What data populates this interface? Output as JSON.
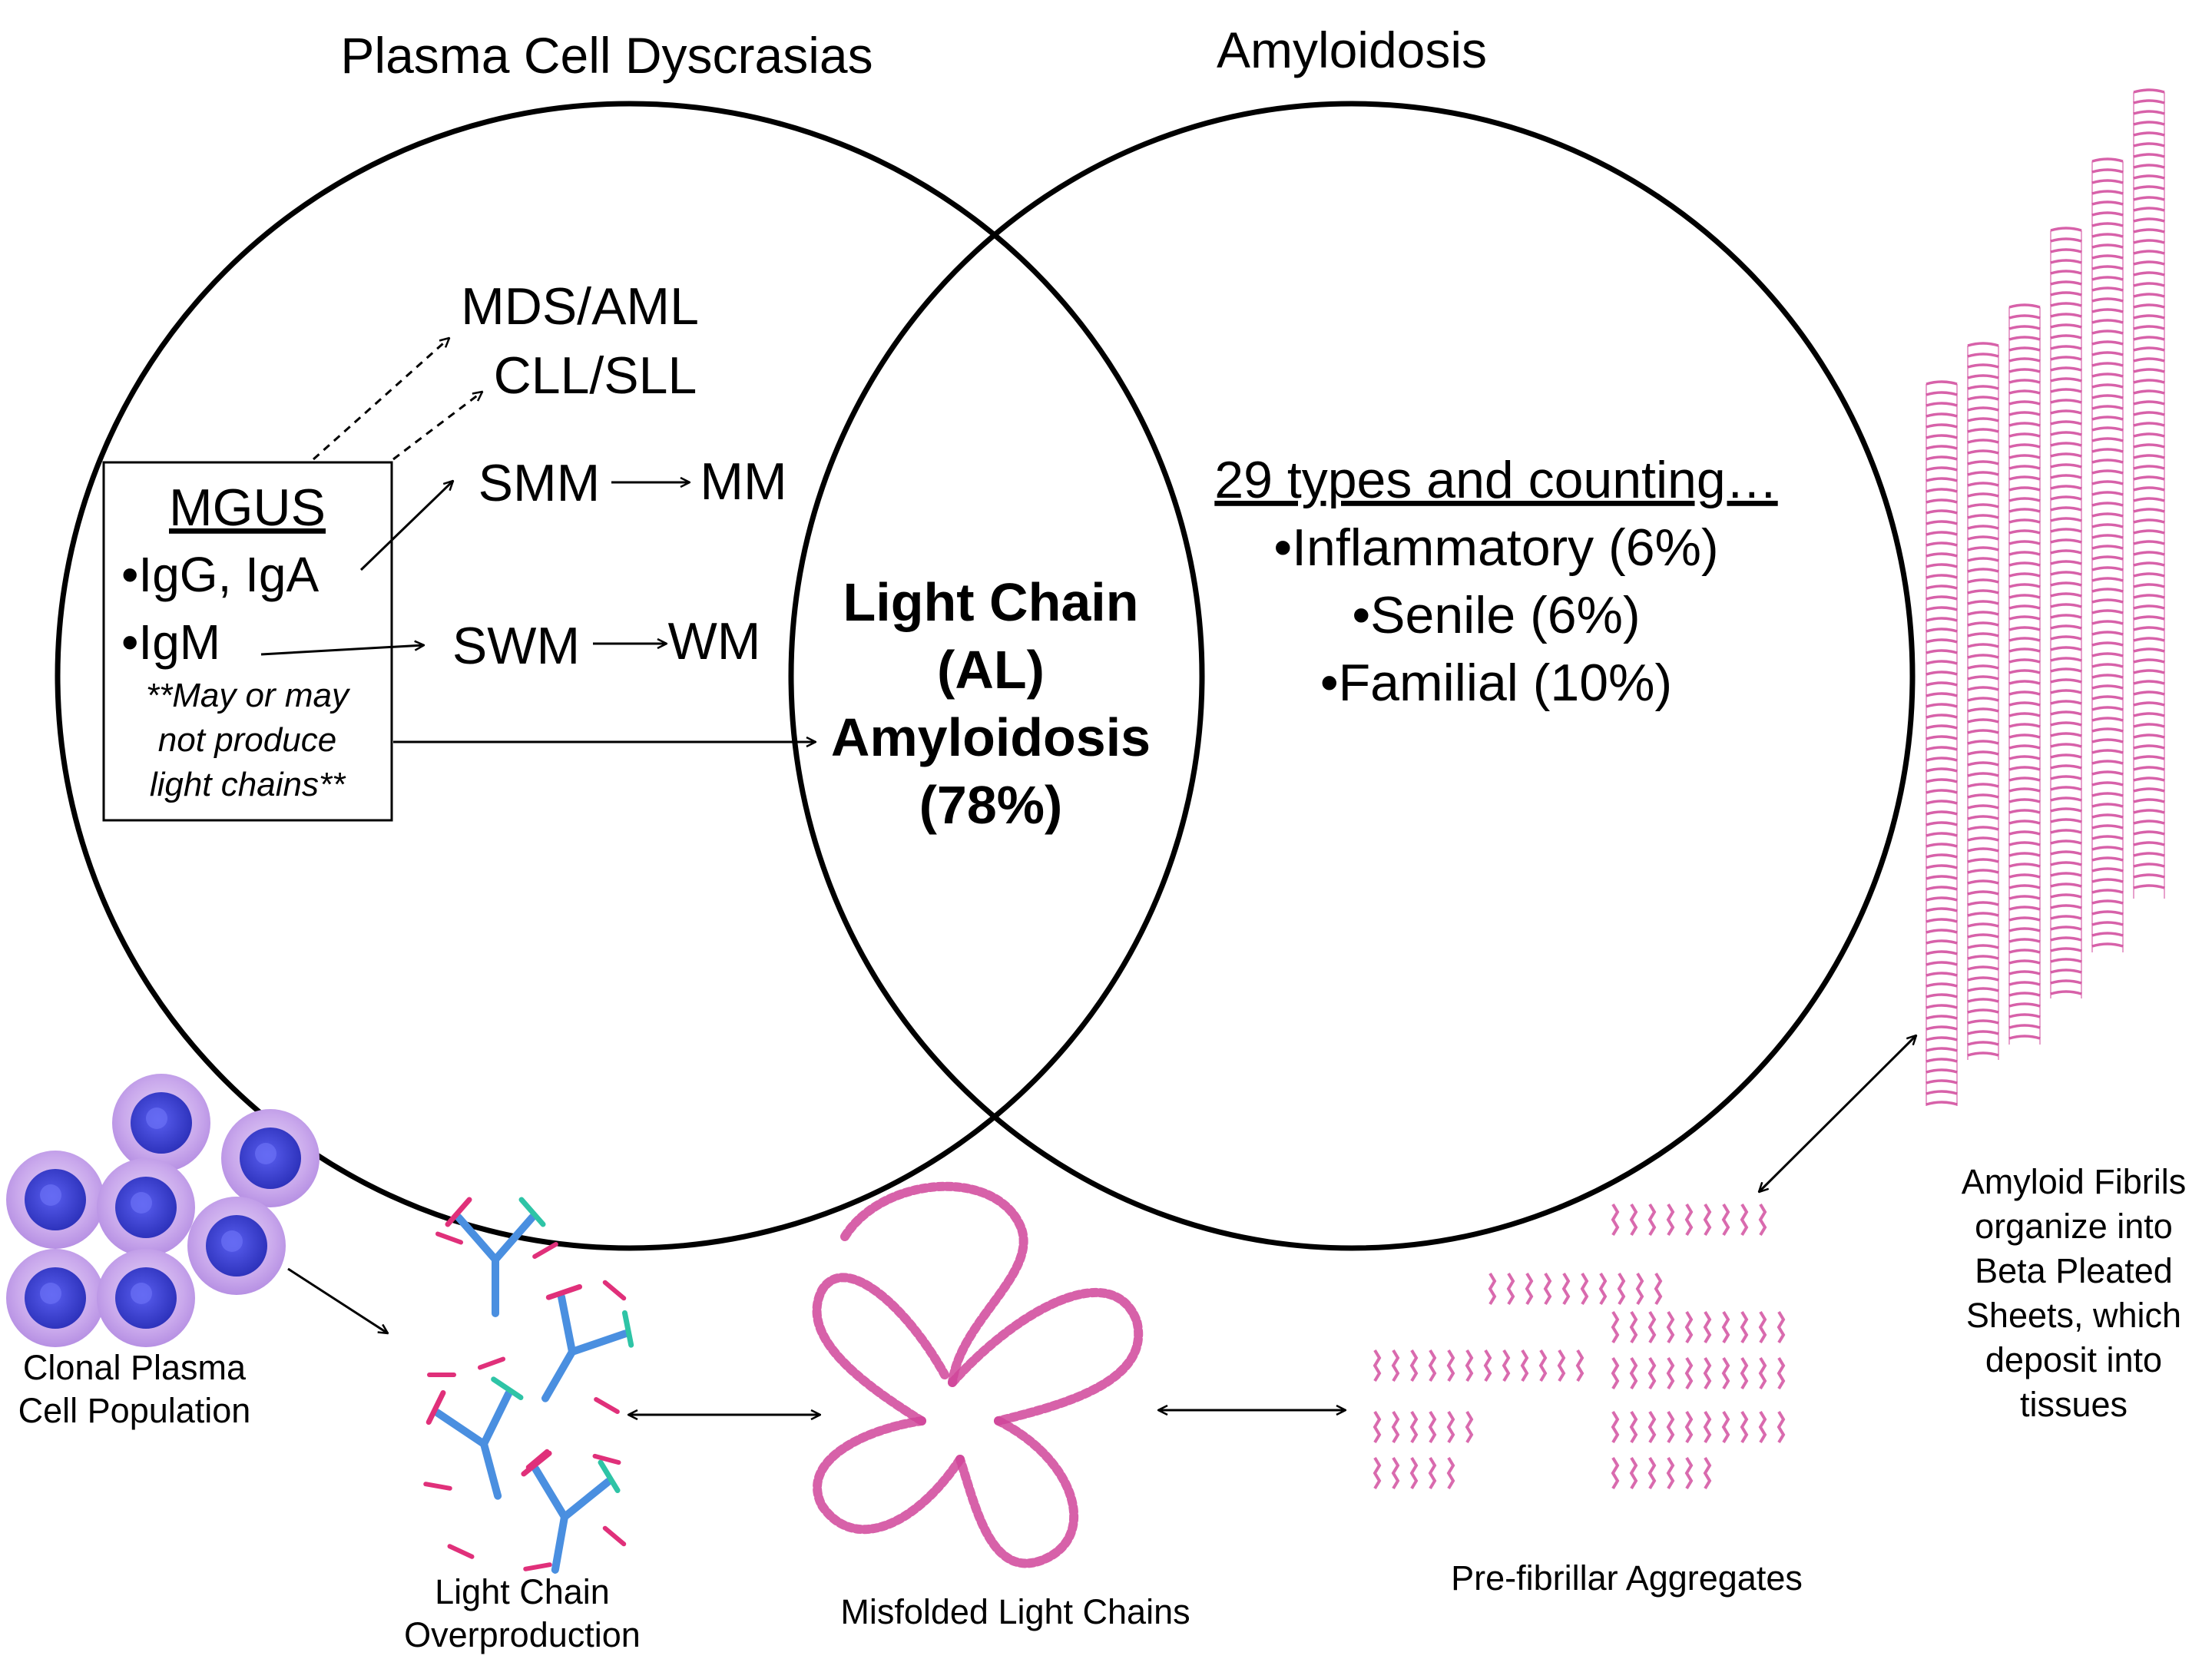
{
  "venn": {
    "left_title": "Plasma Cell Dyscrasias",
    "right_title": "Amyloidosis"
  },
  "left_circle": {
    "mds_aml": "MDS/AML",
    "cll_sll": "CLL/SLL",
    "smm": "SMM",
    "mm": "MM",
    "swm": "SWM",
    "wm": "WM"
  },
  "mgus_box": {
    "title": "MGUS",
    "item_igg_iga": "•IgG, IgA",
    "item_igm": "•IgM",
    "note_line1": "**May or may",
    "note_line2": "not produce",
    "note_line3": "light chains**"
  },
  "intersection": {
    "line1": "Light Chain",
    "line2": "(AL)",
    "line3": "Amyloidosis",
    "line4": "(78%)"
  },
  "right_circle": {
    "heading": "29 types and counting…",
    "item1": "•Inflammatory (6%)",
    "item2": "•Senile (6%)",
    "item3": "•Familial (10%)"
  },
  "pathway": {
    "clonal_line1": "Clonal Plasma",
    "clonal_line2": "Cell Population",
    "overprod_line1": "Light Chain",
    "overprod_line2": "Overproduction",
    "misfolded": "Misfolded Light Chains",
    "prefibrillar": "Pre-fibrillar Aggregates",
    "fibrils_line1": "Amyloid Fibrils",
    "fibrils_line2": "organize into",
    "fibrils_line3": "Beta Pleated",
    "fibrils_line4": "Sheets, which",
    "fibrils_line5": "deposit into",
    "fibrils_line6": "tissues"
  },
  "colors": {
    "plasma_cell_outer": "#c9a8ec",
    "plasma_cell_nucleus": "#3a3fd6",
    "antibody_blue": "#4a8fe0",
    "light_chain_pink": "#e0307a",
    "antibody_teal": "#2ec4a6",
    "fibril_magenta": "#d0459a"
  }
}
